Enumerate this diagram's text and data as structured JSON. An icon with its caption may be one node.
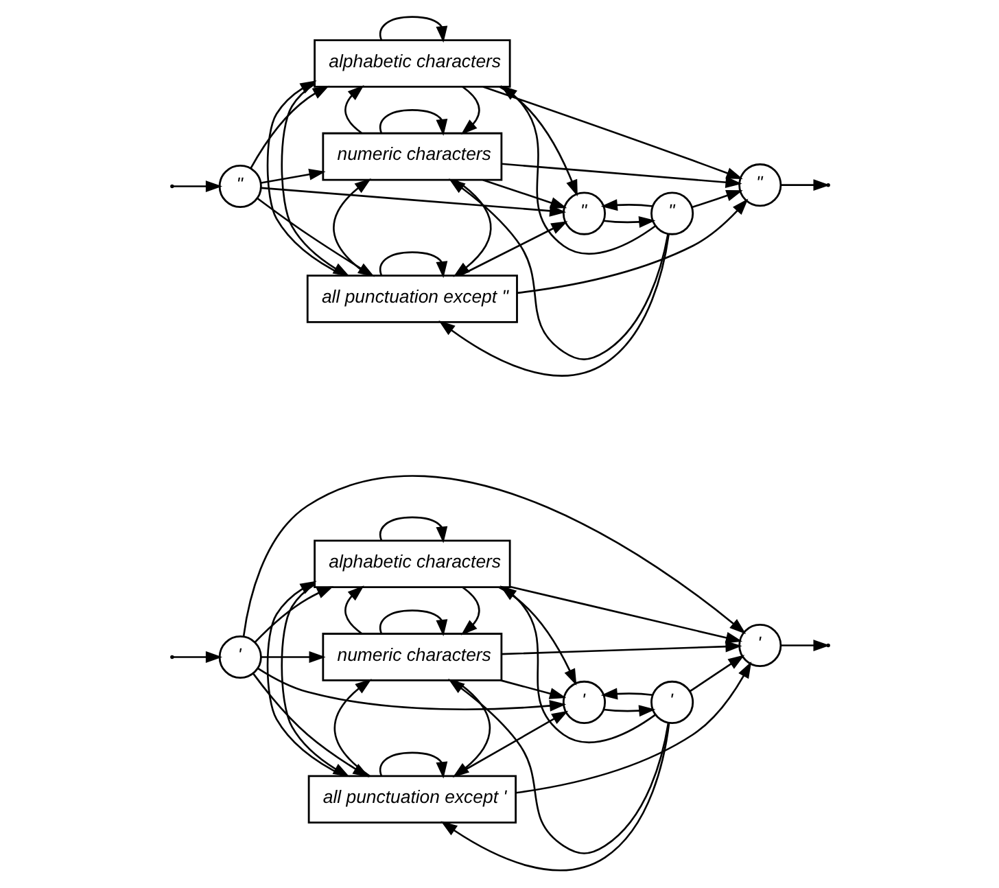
{
  "diagram": {
    "nodes": [
      {
        "text": [
          "'"
        ]
      },
      {
        "text": [
          "alphabetic characters"
        ]
      },
      {
        "text": [
          "numeric characters"
        ]
      },
      {
        "text": [
          "all punctuation except '"
        ]
      },
      {
        "text": [
          "'"
        ]
      },
      {
        "text": [
          "'"
        ]
      },
      {
        "text": [
          "'"
        ]
      },
      {
        "text": [
          "\""
        ]
      },
      {
        "text": [
          "alphabetic characters"
        ]
      },
      {
        "text": [
          "numeric characters"
        ]
      },
      {
        "text": [
          "all punctuation except \""
        ]
      },
      {
        "text": [
          "\""
        ]
      },
      {
        "text": [
          "\""
        ]
      },
      {
        "text": [
          "\""
        ]
      }
    ],
    "edges": [
      {
        "from": null,
        "to": 0,
        "arrow": "to"
      },
      {
        "from": null,
        "to": 7,
        "arrow": "to"
      },
      {
        "from": 0,
        "to": 1,
        "arrow": "to"
      },
      {
        "from": 0,
        "to": 2,
        "arrow": "to"
      },
      {
        "from": 0,
        "to": 3,
        "arrow": "to"
      },
      {
        "from": 0,
        "to": 4,
        "arrow": "to"
      },
      {
        "from": 0,
        "to": 6,
        "arrow": "to"
      },
      {
        "from": 4,
        "to": 5,
        "arrow": "to"
      },
      {
        "from": 1,
        "to": 6,
        "arrow": "to"
      },
      {
        "from": 2,
        "to": 6,
        "arrow": "to"
      },
      {
        "from": 3,
        "to": 6,
        "arrow": "to"
      },
      {
        "from": 5,
        "to": 6,
        "arrow": "to"
      },
      {
        "from": 1,
        "to": 1,
        "arrow": "to"
      },
      {
        "from": 1,
        "to": 2,
        "arrow": "to"
      },
      {
        "from": 1,
        "to": 3,
        "arrow": "to"
      },
      {
        "from": 1,
        "to": 4,
        "arrow": "to"
      },
      {
        "from": 2,
        "to": 1,
        "arrow": "to"
      },
      {
        "from": 2,
        "to": 2,
        "arrow": "to"
      },
      {
        "from": 2,
        "to": 3,
        "arrow": "to"
      },
      {
        "from": 2,
        "to": 4,
        "arrow": "to"
      },
      {
        "from": 3,
        "to": 1,
        "arrow": "to"
      },
      {
        "from": 3,
        "to": 2,
        "arrow": "to"
      },
      {
        "from": 3,
        "to": 3,
        "arrow": "to"
      },
      {
        "from": 3,
        "to": 4,
        "arrow": "to"
      },
      {
        "from": 5,
        "to": 1,
        "arrow": "to"
      },
      {
        "from": 5,
        "to": 2,
        "arrow": "to"
      },
      {
        "from": 5,
        "to": 3,
        "arrow": "to"
      },
      {
        "from": 5,
        "to": 4,
        "arrow": "to"
      },
      {
        "from": 6,
        "to": null,
        "arrow": "to"
      },
      {
        "from": 7,
        "to": 8,
        "arrow": "to"
      },
      {
        "from": 7,
        "to": 9,
        "arrow": "to"
      },
      {
        "from": 7,
        "to": 10,
        "arrow": "to"
      },
      {
        "from": 7,
        "to": 11,
        "arrow": "to"
      },
      {
        "from": 11,
        "to": 12,
        "arrow": "to"
      },
      {
        "from": 8,
        "to": 13,
        "arrow": "to"
      },
      {
        "from": 9,
        "to": 13,
        "arrow": "to"
      },
      {
        "from": 10,
        "to": 13,
        "arrow": "to"
      },
      {
        "from": 12,
        "to": 13,
        "arrow": "to"
      },
      {
        "from": 8,
        "to": 8,
        "arrow": "to"
      },
      {
        "from": 8,
        "to": 9,
        "arrow": "to"
      },
      {
        "from": 8,
        "to": 10,
        "arrow": "to"
      },
      {
        "from": 8,
        "to": 11,
        "arrow": "to"
      },
      {
        "from": 9,
        "to": 8,
        "arrow": "to"
      },
      {
        "from": 9,
        "to": 9,
        "arrow": "to"
      },
      {
        "from": 9,
        "to": 10,
        "arrow": "to"
      },
      {
        "from": 9,
        "to": 11,
        "arrow": "to"
      },
      {
        "from": 10,
        "to": 8,
        "arrow": "to"
      },
      {
        "from": 10,
        "to": 9,
        "arrow": "to"
      },
      {
        "from": 10,
        "to": 10,
        "arrow": "to"
      },
      {
        "from": 10,
        "to": 11,
        "arrow": "to"
      },
      {
        "from": 12,
        "to": 8,
        "arrow": "to"
      },
      {
        "from": 12,
        "to": 9,
        "arrow": "to"
      },
      {
        "from": 12,
        "to": 10,
        "arrow": "to"
      },
      {
        "from": 12,
        "to": 11,
        "arrow": "to"
      },
      {
        "from": 13,
        "to": null,
        "arrow": "to"
      }
    ]
  }
}
